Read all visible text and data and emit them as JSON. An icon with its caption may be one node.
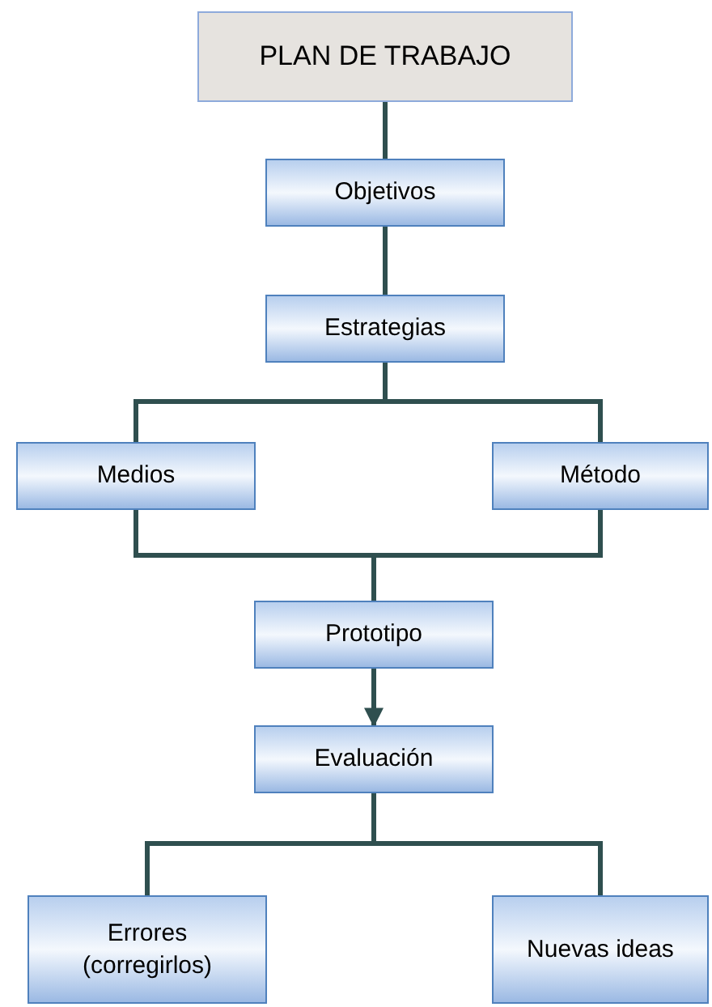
{
  "diagram": {
    "nodes": [
      {
        "text": [
          "PLAN DE TRABAJO"
        ]
      },
      {
        "text": [
          "Objetivos"
        ]
      },
      {
        "text": [
          "Estrategias"
        ]
      },
      {
        "text": [
          "Medios"
        ]
      },
      {
        "text": [
          "Método"
        ]
      },
      {
        "text": [
          "Prototipo"
        ]
      },
      {
        "text": [
          "Evaluación"
        ]
      },
      {
        "text": [
          "Errores (corregirlos)"
        ]
      },
      {
        "text": [
          "Nuevas ideas"
        ]
      }
    ],
    "edges": [
      {
        "from": 0,
        "to": 1,
        "arrow": "none"
      },
      {
        "from": 1,
        "to": 2,
        "arrow": "none"
      },
      {
        "from": 2,
        "to": 3,
        "arrow": "none"
      },
      {
        "from": 2,
        "to": 4,
        "arrow": "none"
      },
      {
        "from": 3,
        "to": 5,
        "arrow": "none"
      },
      {
        "from": 4,
        "to": 5,
        "arrow": "none"
      },
      {
        "from": 5,
        "to": 6,
        "arrow": "to"
      },
      {
        "from": 6,
        "to": 7,
        "arrow": "none"
      },
      {
        "from": 6,
        "to": 8,
        "arrow": "none"
      }
    ]
  }
}
